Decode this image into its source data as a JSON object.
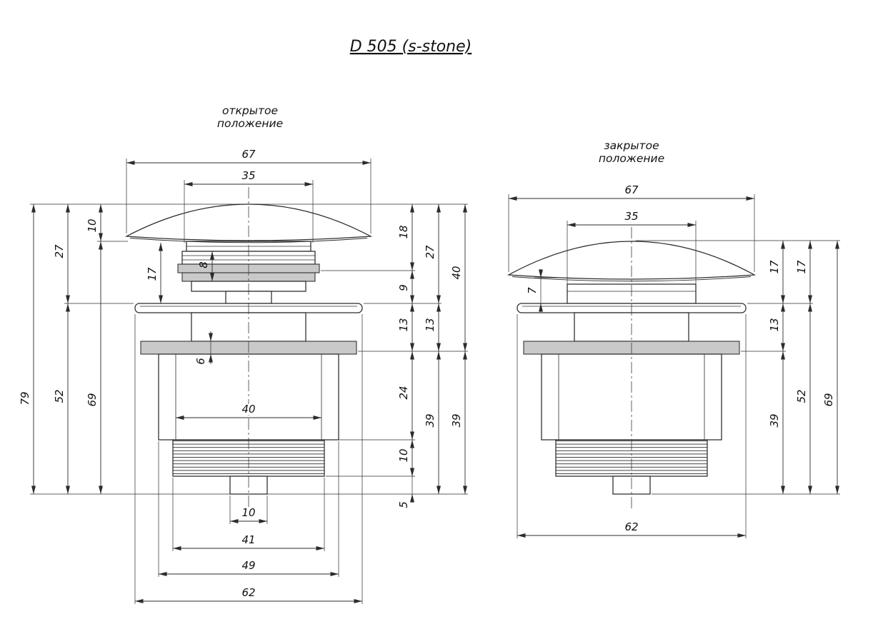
{
  "title": "D 505 (s-stone)",
  "colors": {
    "line": "#2b2b2b",
    "seal_fill": "#c9c9c9",
    "background": "#ffffff"
  },
  "open_view": {
    "caption": [
      "открытое",
      "положение"
    ],
    "dims": {
      "cap_width": "67",
      "plug_width": "35",
      "total_height": "79",
      "left_27": "27",
      "left_52": "52",
      "cap_height": "10",
      "left_69": "69",
      "left_17": "17",
      "seal_8": "8",
      "washer_6": "6",
      "bore_40": "40",
      "stem_10": "10",
      "thread_41": "41",
      "body_49": "49",
      "flange_62": "62",
      "right_18": "18",
      "right_9": "9",
      "right_13a": "13",
      "right_24": "24",
      "right_10": "10",
      "right_5": "5",
      "right_27": "27",
      "right_13b": "13",
      "right_39a": "39",
      "right_40": "40",
      "right_39b": "39"
    }
  },
  "closed_view": {
    "caption": [
      "закрытое",
      "положение"
    ],
    "dims": {
      "cap_width": "67",
      "plug_width": "35",
      "gap_7": "7",
      "right_17a": "17",
      "right_13": "13",
      "right_39": "39",
      "right_17b": "17",
      "right_52": "52",
      "right_69": "69",
      "flange_62": "62"
    }
  }
}
